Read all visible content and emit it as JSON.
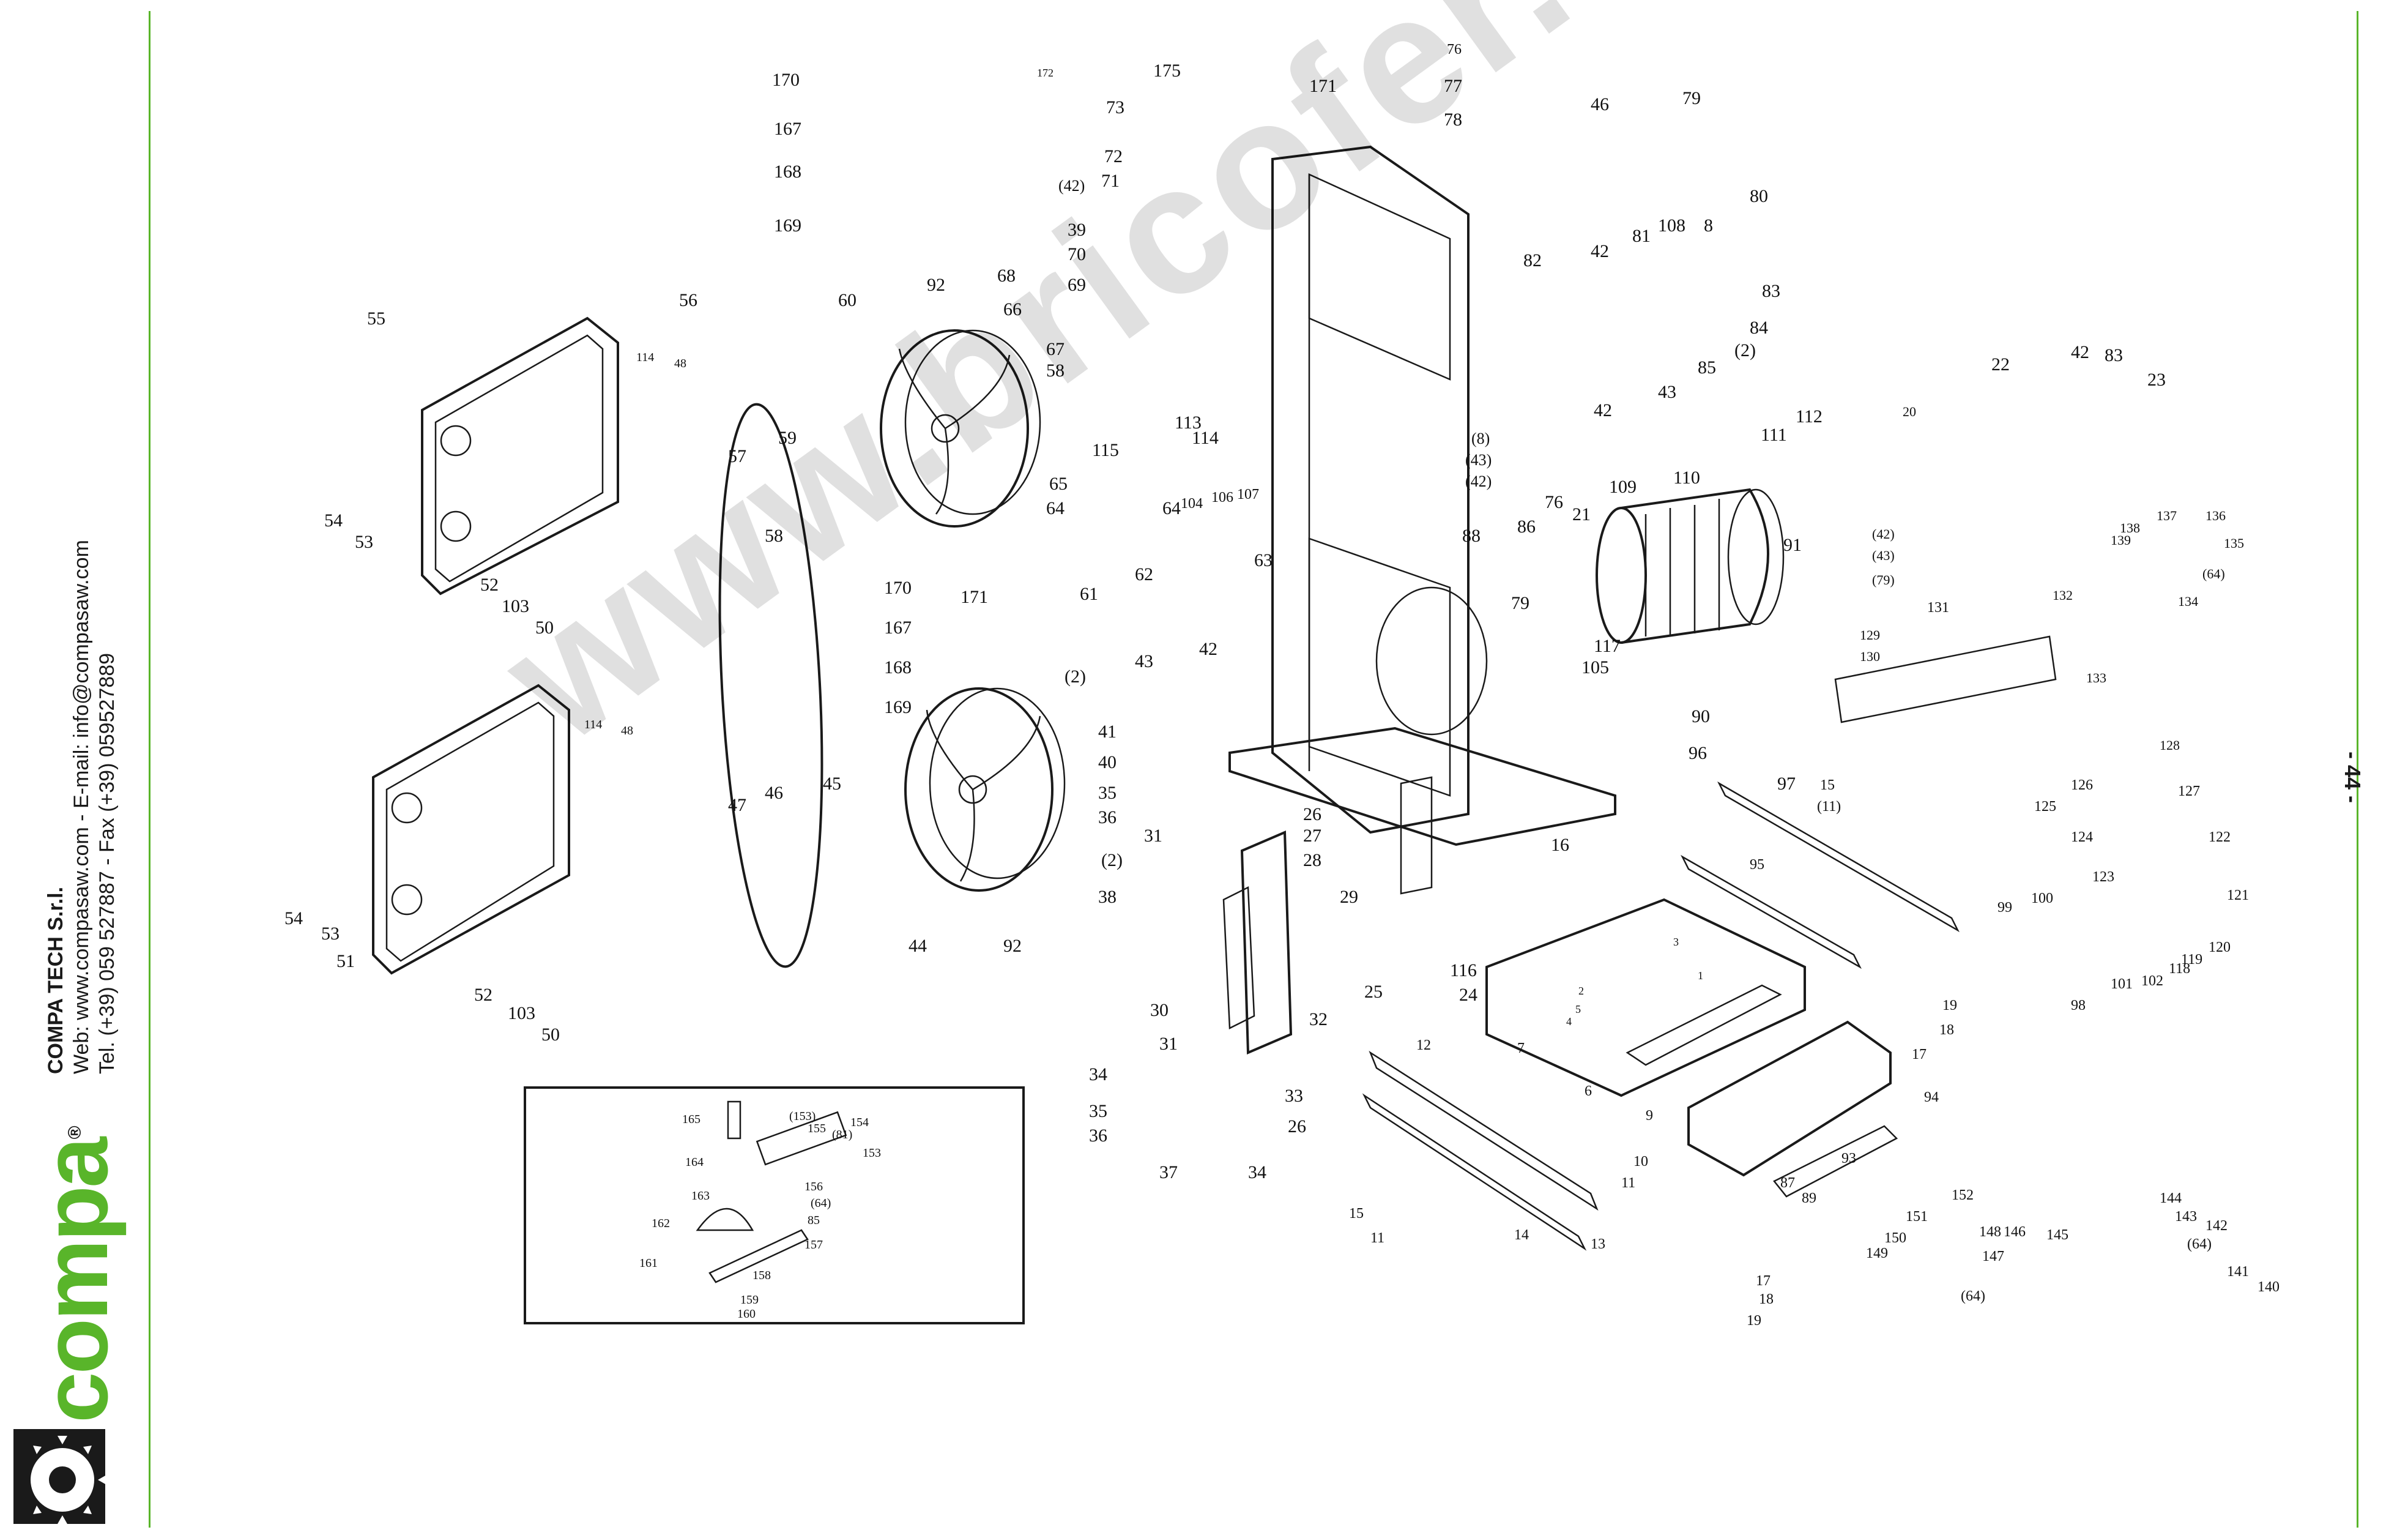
{
  "brand": {
    "logo_text": "compa",
    "logo_registered": "®",
    "green": "#59b52a",
    "dark": "#1a1a1a"
  },
  "contact": {
    "company": "COMPA TECH S.r.l.",
    "web_line": "Web: www.compasaw.com - E-mail: info@compasaw.com",
    "tel_line": "Tel. (+39) 059 527887 - Fax (+39) 059527889"
  },
  "page_number": "- 44 -",
  "watermark": "www.bricofer.com",
  "callouts": [
    "170",
    "167",
    "168",
    "169",
    "55",
    "114",
    "48",
    "54",
    "53",
    "52",
    "103",
    "50",
    "56",
    "57",
    "59",
    "58",
    "60",
    "92",
    "68",
    "66",
    "69",
    "67",
    "58",
    "39",
    "70",
    "72",
    "71",
    "(42)",
    "73",
    "175",
    "172",
    "171",
    "77",
    "78",
    "76",
    "46",
    "79",
    "80",
    "8",
    "108",
    "81",
    "42",
    "82",
    "83",
    "84",
    "85",
    "(2)",
    "43",
    "42",
    "111",
    "112",
    "110",
    "109",
    "22",
    "20",
    "42",
    "83",
    "23",
    "65",
    "115",
    "113",
    "114",
    "104",
    "106",
    "107",
    "64",
    "64",
    "62",
    "61",
    "63",
    "171",
    "(8)",
    "(43)",
    "(42)",
    "21",
    "76",
    "88",
    "86",
    "91",
    "79",
    "117",
    "105",
    "90",
    "(42)",
    "(43)",
    "(79)",
    "138",
    "137",
    "136",
    "135",
    "139",
    "134",
    "(64)",
    "132",
    "131",
    "129",
    "130",
    "133",
    "128",
    "170",
    "167",
    "168",
    "169",
    "(2)",
    "43",
    "42",
    "41",
    "40",
    "35",
    "36",
    "31",
    "(2)",
    "38",
    "47",
    "46",
    "45",
    "44",
    "92",
    "16",
    "96",
    "97",
    "15",
    "(11)",
    "95",
    "26",
    "27",
    "28",
    "29",
    "30",
    "25",
    "24",
    "116",
    "32",
    "31",
    "33",
    "34",
    "35",
    "36",
    "37",
    "34",
    "26",
    "114",
    "48",
    "54",
    "53",
    "51",
    "52",
    "103",
    "50",
    "126",
    "127",
    "125",
    "124",
    "123",
    "122",
    "121",
    "99",
    "100",
    "98",
    "101",
    "102",
    "118",
    "119",
    "120",
    "3",
    "1",
    "2",
    "12",
    "7",
    "6",
    "9",
    "10",
    "11",
    "5",
    "4",
    "19",
    "18",
    "17",
    "94",
    "93",
    "87",
    "89",
    "15",
    "11",
    "14",
    "13",
    "152",
    "151",
    "150",
    "149",
    "148",
    "147",
    "146",
    "145",
    "144",
    "143",
    "142",
    "(64)",
    "141",
    "140",
    "17",
    "18",
    "19",
    "(64)",
    "165",
    "(153)",
    "154",
    "155",
    "(81)",
    "153",
    "164",
    "156",
    "(64)",
    "163",
    "85",
    "162",
    "157",
    "161",
    "158",
    "159",
    "160"
  ]
}
